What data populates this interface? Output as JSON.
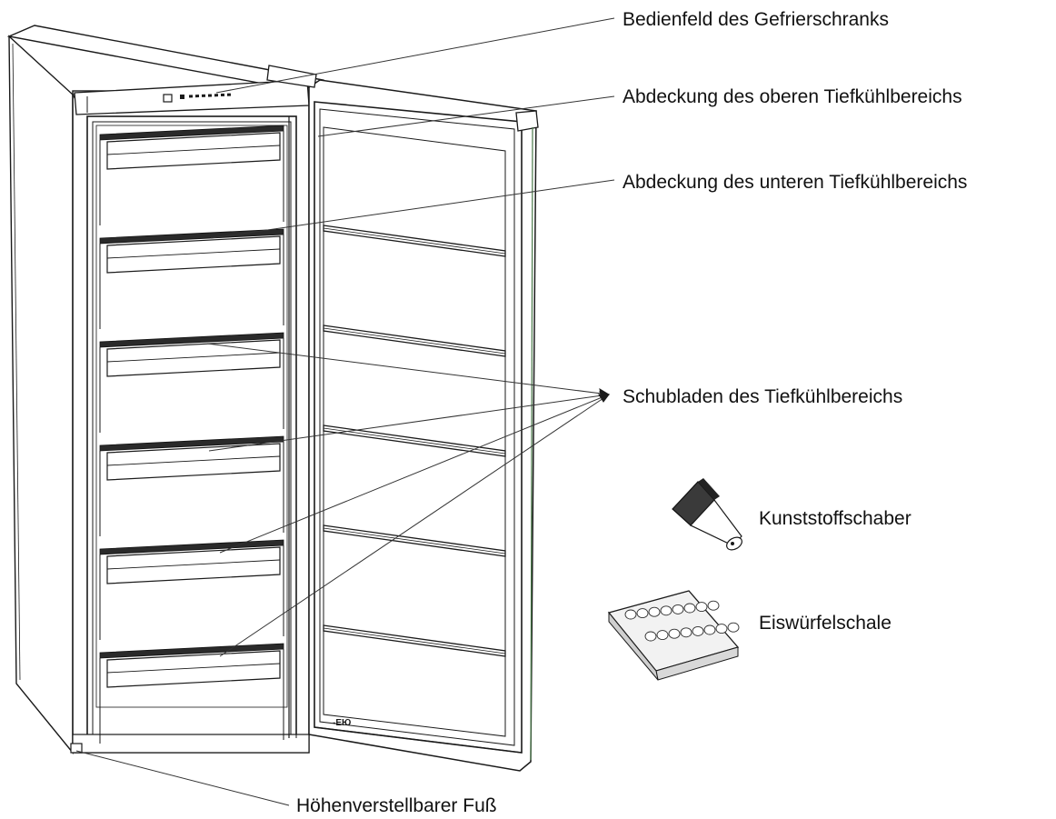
{
  "labels": {
    "control_panel": "Bedienfeld des Gefrierschranks",
    "upper_cover": "Abdeckung des oberen Tiefkühlbereichs",
    "lower_cover": "Abdeckung des unteren Tiefkühlbereichs",
    "drawers": "Schubladen des Tiefkühlbereichs",
    "scraper": "Kunststoffschaber",
    "ice_tray": "Eiswürfelschale",
    "foot": "Höhenverstellbarer Fuß"
  },
  "door_marking": "-ЕЮ",
  "counts": {
    "freezer_drawers": 6,
    "door_shelves": 5,
    "ice_tray_cups": 16
  }
}
